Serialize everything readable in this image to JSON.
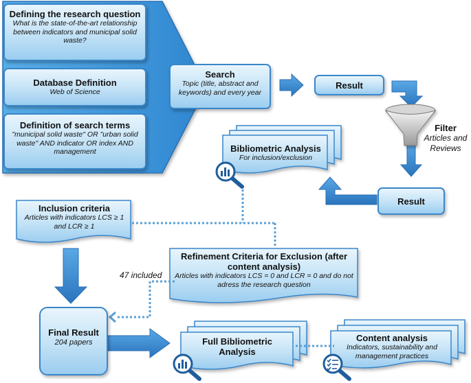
{
  "steps": {
    "research_question": {
      "title": "Defining the research question",
      "text": "What is the state-of-the-art relationship between indicators and municipal solid waste?"
    },
    "database": {
      "title": "Database Definition",
      "text": "Web of Science"
    },
    "search_terms": {
      "title": "Definition of search terms",
      "text": "\"municipal solid waste\" OR \"urban solid waste\" AND indicator OR index AND management"
    },
    "search": {
      "title": "Search",
      "text": "Topic (title, abstract and keywords) and every year"
    },
    "result_top": {
      "title": "Result"
    },
    "filter": {
      "title": "Filter",
      "text": "Articles and Reviews"
    },
    "result_right": {
      "title": "Result"
    },
    "bibliometric": {
      "title": "Bibliometric Analysis",
      "text": "For inclusion/exclusion"
    },
    "inclusion": {
      "title": "Inclusion criteria",
      "text": "Articles with indicators LCS ≥ 1 and LCR ≥ 1"
    },
    "refinement": {
      "title": "Refinement Criteria for Exclusion (after content analysis)",
      "text": "Articles with indicators LCS = 0 and LCR = 0 and do not adress the research question"
    },
    "included_label": "47 included",
    "final": {
      "title": "Final Result",
      "text": "204 papers"
    },
    "full_bibliometric": {
      "title": "Full Bibliometric Analysis"
    },
    "content": {
      "title": "Content analysis",
      "text": "Indicators, sustainability and management practices"
    }
  },
  "colors": {
    "arrow_fill": "#3d8fd6",
    "arrow_dark": "#2a6fb3",
    "box_border": "#3a86c8",
    "box_light": "#e8f5fd",
    "box_mid": "#9bcdf0",
    "dotted_line": "#5a9fd4"
  },
  "icons": [
    "chart-magnifier-icon",
    "chart-magnifier-icon",
    "checklist-magnifier-icon"
  ]
}
